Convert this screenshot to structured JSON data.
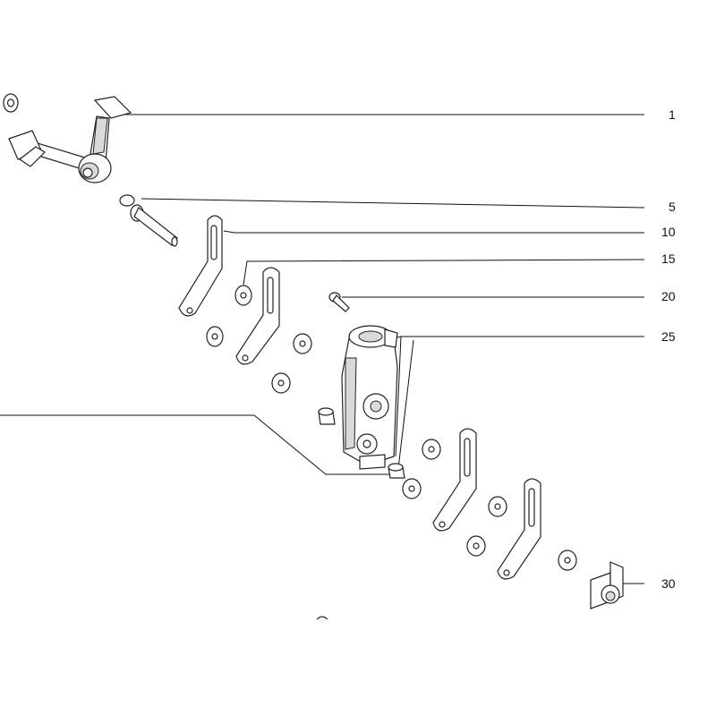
{
  "diagram": {
    "callouts": [
      {
        "id": "c1",
        "label": "1"
      },
      {
        "id": "c5",
        "label": "5"
      },
      {
        "id": "c10",
        "label": "10"
      },
      {
        "id": "c15",
        "label": "15"
      },
      {
        "id": "c20",
        "label": "20"
      },
      {
        "id": "c25",
        "label": "25"
      },
      {
        "id": "c30",
        "label": "30"
      }
    ]
  }
}
